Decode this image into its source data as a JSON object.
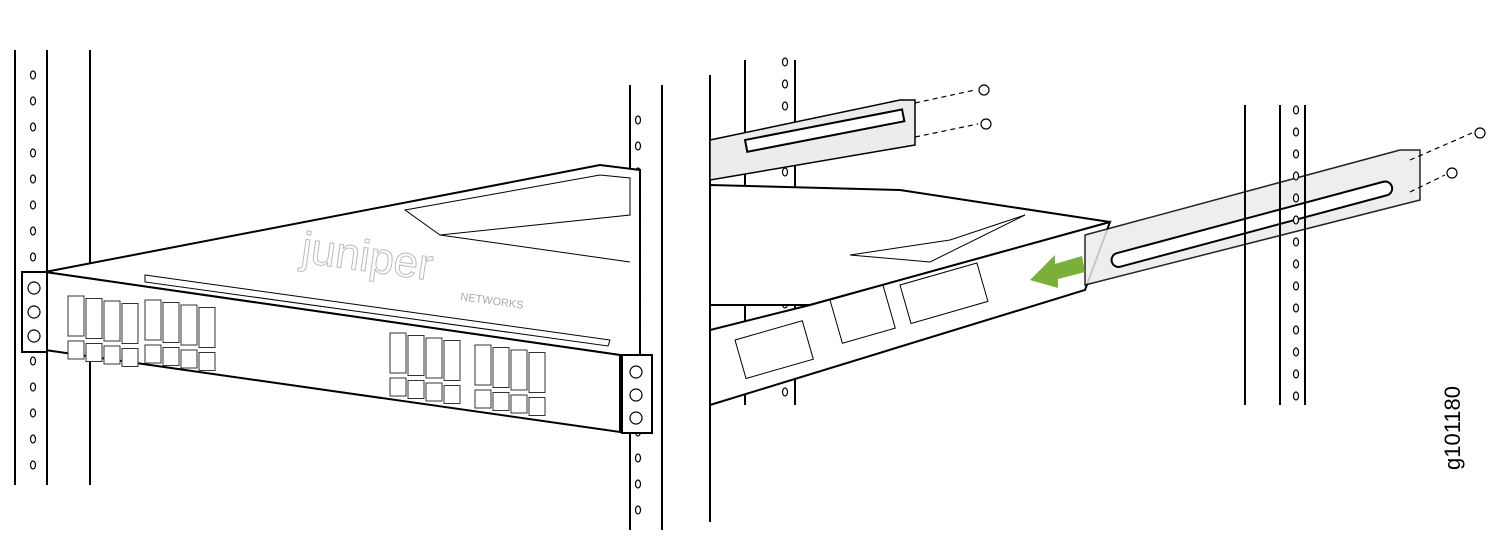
{
  "figure": {
    "id": "g101180",
    "logo_text": "juniper",
    "logo_subtext": "NETWORKS",
    "arrow_color": "#7ab03a",
    "arrow_direction": "left",
    "panels": [
      "switch-mounted-in-rack-front-view",
      "rear-mounting-blade-slid-into-rail"
    ]
  }
}
